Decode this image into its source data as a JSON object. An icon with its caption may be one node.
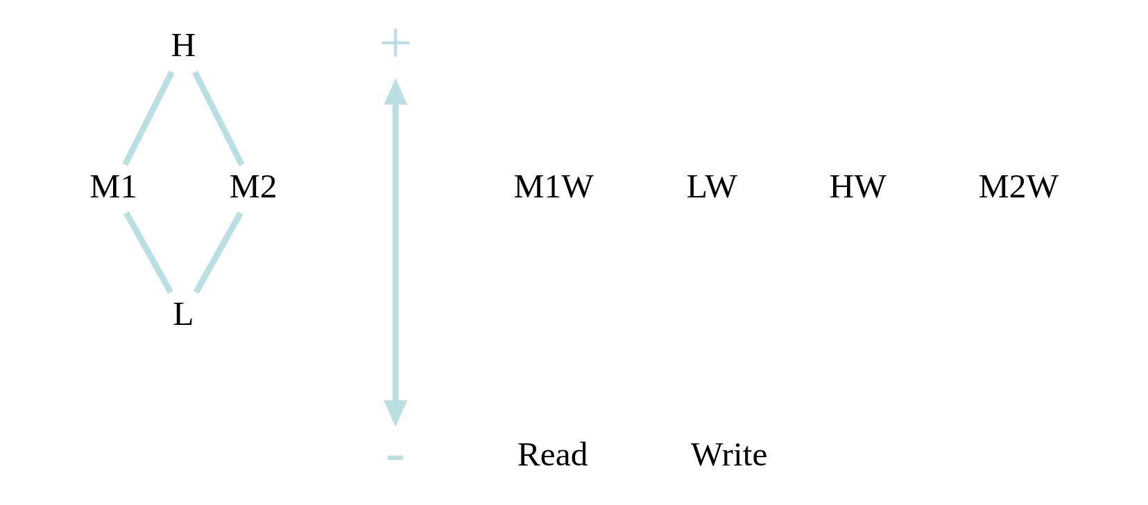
{
  "diagram": {
    "nodes": [
      {
        "text": [
          "H"
        ]
      },
      {
        "text": [
          "M1"
        ]
      },
      {
        "text": [
          "M2"
        ]
      },
      {
        "text": [
          "L"
        ]
      },
      {
        "text": [
          "+"
        ]
      },
      {
        "text": [
          "-"
        ]
      }
    ],
    "edges": [
      {
        "from": 0,
        "to": 1,
        "arrow": "none"
      },
      {
        "from": 0,
        "to": 2,
        "arrow": "none"
      },
      {
        "from": 1,
        "to": 3,
        "arrow": "none"
      },
      {
        "from": 2,
        "to": 3,
        "arrow": "none"
      },
      {
        "from": 4,
        "to": 5,
        "arrow": "both"
      }
    ],
    "labels": [
      "M1W",
      "LW",
      "HW",
      "M2W",
      "Read",
      "Write"
    ]
  }
}
